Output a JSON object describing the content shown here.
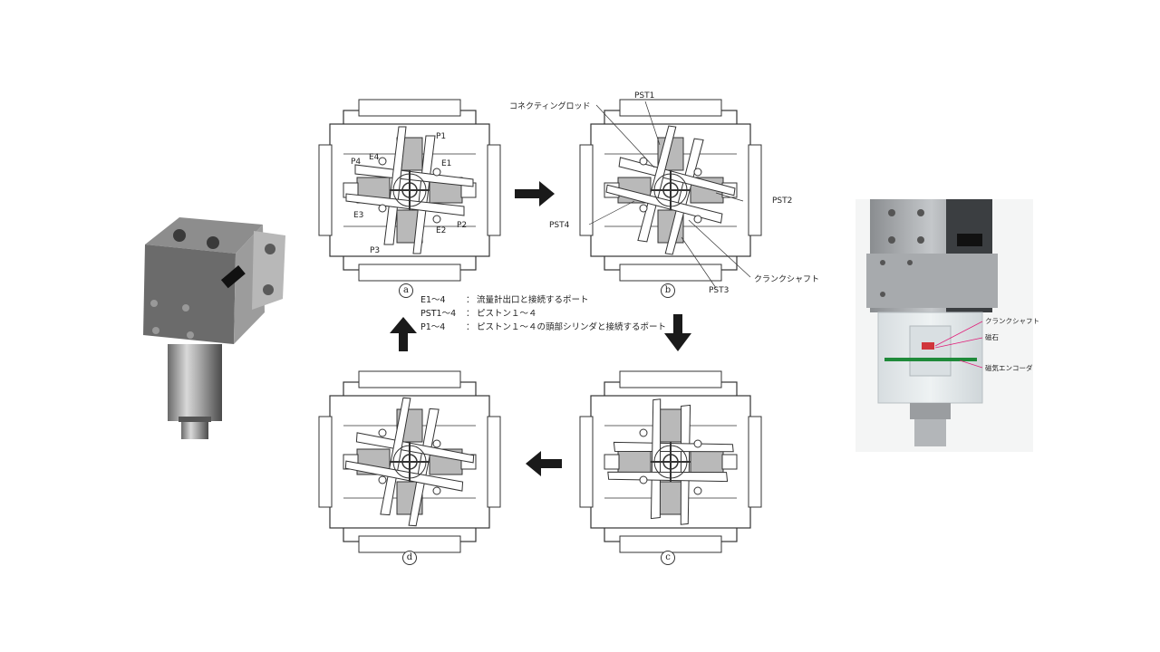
{
  "diagram": {
    "top_labels": {
      "connecting_rod": "コネクティングロッド",
      "pst1": "PST1",
      "pst2": "PST2",
      "pst3": "PST3",
      "pst4": "PST4",
      "crankshaft": "クランクシャフト"
    },
    "panel_a_labels": {
      "p1": "P1",
      "p2": "P2",
      "p3": "P3",
      "p4": "P4",
      "e1": "E1",
      "e2": "E2",
      "e3": "E3",
      "e4": "E4"
    },
    "steps": [
      "a",
      "b",
      "c",
      "d"
    ],
    "step_glyphs": [
      "ⓐ",
      "ⓑ",
      "ⓒ",
      "ⓓ"
    ],
    "legend": [
      {
        "key": "E1～4",
        "colon": "：",
        "desc": "流量計出口と接続するポート"
      },
      {
        "key": "PST1～4",
        "colon": "：",
        "desc": "ピストン１～４"
      },
      {
        "key": "P1～4",
        "colon": "：",
        "desc": "ピストン１～４の頭部シリンダと接続するポート"
      }
    ]
  },
  "photo": {
    "labels": {
      "crankshaft": "クランクシャフト",
      "magnet": "磁石",
      "encoder": "磁気エンコーダ"
    },
    "accent_color": "#e0207a"
  }
}
